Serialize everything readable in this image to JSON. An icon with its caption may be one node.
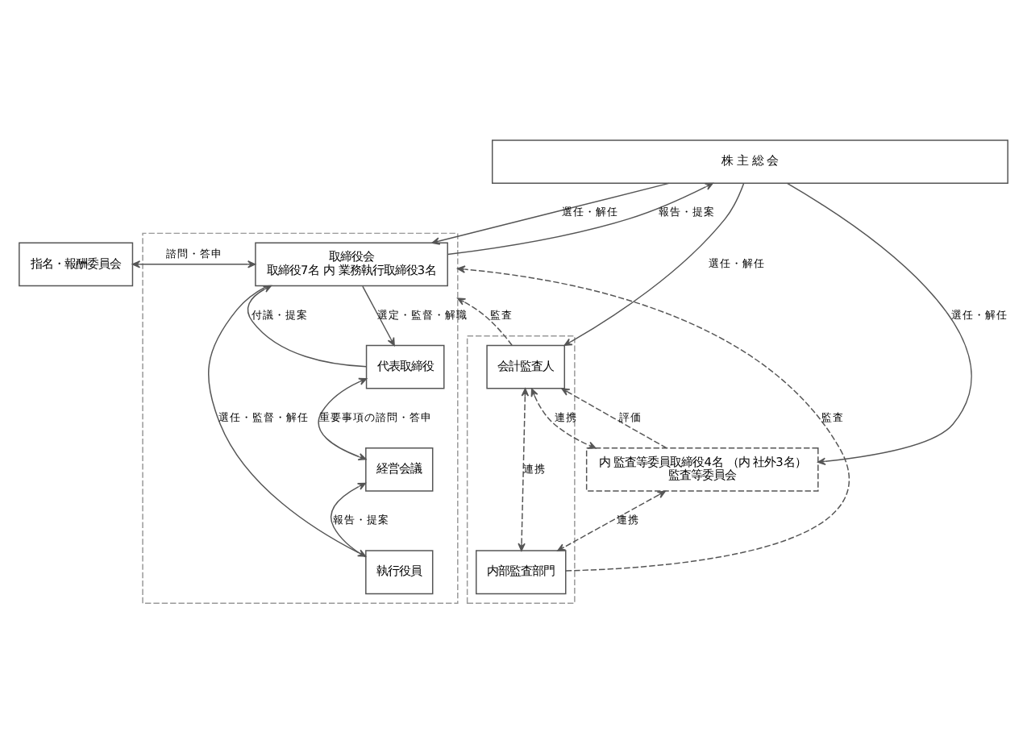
{
  "diagram": {
    "nodes": [
      {
        "text": [
          "株 主 総 会"
        ]
      },
      {
        "text": [],
        "shape": "box"
      },
      {
        "text": [],
        "shape": "box"
      },
      {
        "text": [
          "指名・報酬委員会"
        ]
      },
      {
        "text": [
          "取締役会",
          "取締役7名 内 業務執行取締役3名"
        ],
        "in": 1
      },
      {
        "text": [
          "内 監査等委員取締役4名 （内 社外3名）",
          "監査等委員会"
        ]
      },
      {
        "text": [
          "代表取締役"
        ],
        "in": 1
      },
      {
        "text": [
          "経営会議"
        ],
        "in": 1
      },
      {
        "text": [
          "執行役員"
        ],
        "in": 1
      },
      {
        "text": [
          "会計監査人"
        ],
        "in": 2
      },
      {
        "text": [
          "内部監査部門"
        ],
        "in": 2
      }
    ],
    "edges": [
      {
        "from": 0,
        "to": 4,
        "arrow": "to",
        "label": "選任・解任"
      },
      {
        "from": 4,
        "to": 0,
        "arrow": "to",
        "label": "報告・提案"
      },
      {
        "from": 0,
        "to": 5,
        "arrow": "to",
        "label": "選任・解任"
      },
      {
        "from": 0,
        "to": 9,
        "arrow": "to",
        "label": "選任・解任"
      },
      {
        "from": 3,
        "to": 4,
        "arrow": "both",
        "label": "諮問・答申"
      },
      {
        "from": 6,
        "to": 4,
        "arrow": "to",
        "label": "付議・提案"
      },
      {
        "from": 4,
        "to": 6,
        "arrow": "to",
        "label": "選定・監督・解職"
      },
      {
        "from": 6,
        "to": 7,
        "arrow": "both",
        "label": "重要事項の諮問・答申"
      },
      {
        "from": 8,
        "to": 7,
        "arrow": "to",
        "label": "報告・提案"
      },
      {
        "from": 4,
        "to": 8,
        "arrow": "to",
        "label": "選任・監督・解任"
      },
      {
        "from": 9,
        "to": 5,
        "arrow": "both",
        "label": "連携",
        "style": "dashed"
      },
      {
        "from": 5,
        "to": 9,
        "arrow": "to",
        "label": "評価",
        "style": "dashed"
      },
      {
        "from": 9,
        "to": 10,
        "arrow": "both",
        "label": "連携",
        "style": "dashed"
      },
      {
        "from": 5,
        "to": 10,
        "arrow": "both",
        "label": "連携",
        "style": "dashed"
      },
      {
        "from": 9,
        "to": 1,
        "arrow": "to",
        "label": "監査",
        "style": "dashed"
      },
      {
        "from": 10,
        "to": 1,
        "arrow": "to",
        "label": "監査",
        "style": "dashed"
      }
    ]
  }
}
